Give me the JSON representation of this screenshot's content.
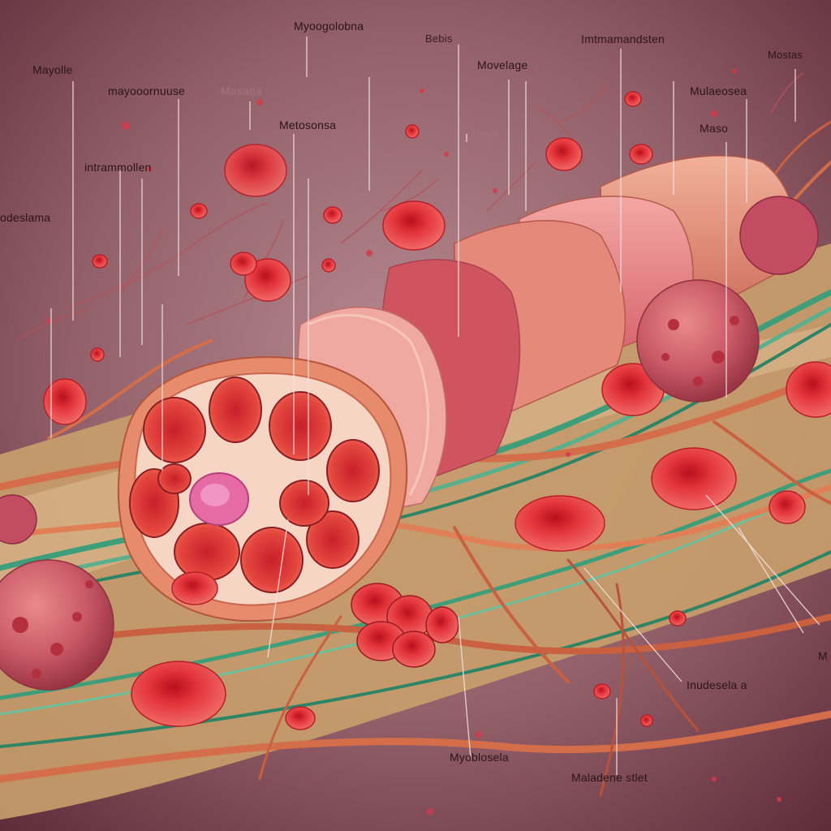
{
  "labels": {
    "myocyte": "Mayolle",
    "myoglobin": "Myoogolobna",
    "bobis": "Bebis",
    "inflammation_top": "Imtmamandsten",
    "masotia": "Mostas",
    "myotubule": "mayooornuuse",
    "masada": "Masada",
    "movelage": "Movelage",
    "mulesea": "Mulaeosea",
    "macrocyte": "Metosonsa",
    "oprle": "Opvle",
    "maso": "Maso",
    "inflammation_left": "intrammollen",
    "edema": "odeslama",
    "myoblast": "Myoblosela",
    "inudesela": "Inudesela a",
    "malodene": "Maladene stlet",
    "m_edge": "M"
  },
  "colors": {
    "background_top": "#6b3242",
    "background_mid": "#a06a72",
    "tissue_red": "#e23a3c",
    "muscle_pink": "#e0938a",
    "nerve_green": "#3f9e7a",
    "vessel_orange": "#d46d49",
    "fascia_tan": "#c9a06c"
  }
}
